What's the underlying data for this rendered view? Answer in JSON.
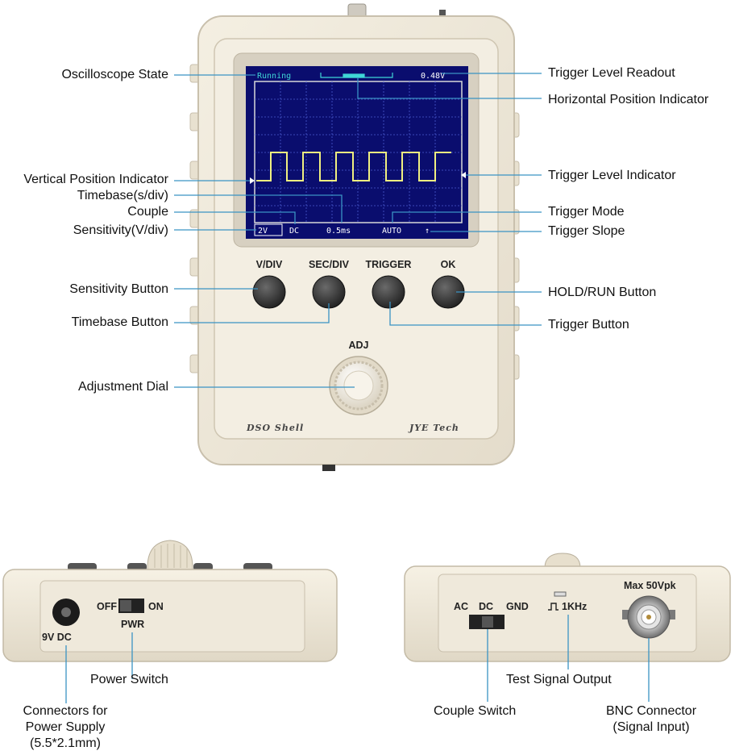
{
  "screen": {
    "state": "Running",
    "trigger_level": "0.48V",
    "sensitivity": "2V",
    "couple": "DC",
    "timebase": "0.5ms",
    "trigger_mode": "AUTO",
    "trigger_slope": "↑"
  },
  "case": {
    "buttons": [
      "V/DIV",
      "SEC/DIV",
      "TRIGGER",
      "OK"
    ],
    "adj": "ADJ",
    "brand_left": "DSO Shell",
    "brand_right": "JYE Tech"
  },
  "left_side": {
    "off": "OFF",
    "on": "ON",
    "pwr": "PWR",
    "dc_label": "9V  DC"
  },
  "right_side": {
    "couple_options": [
      "AC",
      "DC",
      "GND"
    ],
    "test_signal": "1KHz",
    "max_voltage": "Max 50Vpk"
  },
  "labels": {
    "oscilloscope_state": "Oscilloscope State",
    "vertical_position": "Vertical Position Indicator",
    "timebase": "Timebase(s/div)",
    "couple": "Couple",
    "sensitivity": "Sensitivity(V/div)",
    "sensitivity_button": "Sensitivity Button",
    "timebase_button": "Timebase Button",
    "adjustment_dial": "Adjustment Dial",
    "trigger_level_readout": "Trigger Level Readout",
    "horizontal_position": "Horizontal Position Indicator",
    "trigger_level_indicator": "Trigger Level Indicator",
    "trigger_mode": "Trigger Mode",
    "trigger_slope": "Trigger Slope",
    "hold_run_button": "HOLD/RUN Button",
    "trigger_button": "Trigger Button",
    "power_switch": "Power Switch",
    "connectors_line1": "Connectors for",
    "connectors_line2": "Power Supply",
    "connectors_line3": "(5.5*2.1mm)",
    "test_signal_output": "Test Signal Output",
    "couple_switch": "Couple Switch",
    "bnc_line1": "BNC Connector",
    "bnc_line2": "(Signal Input)"
  }
}
